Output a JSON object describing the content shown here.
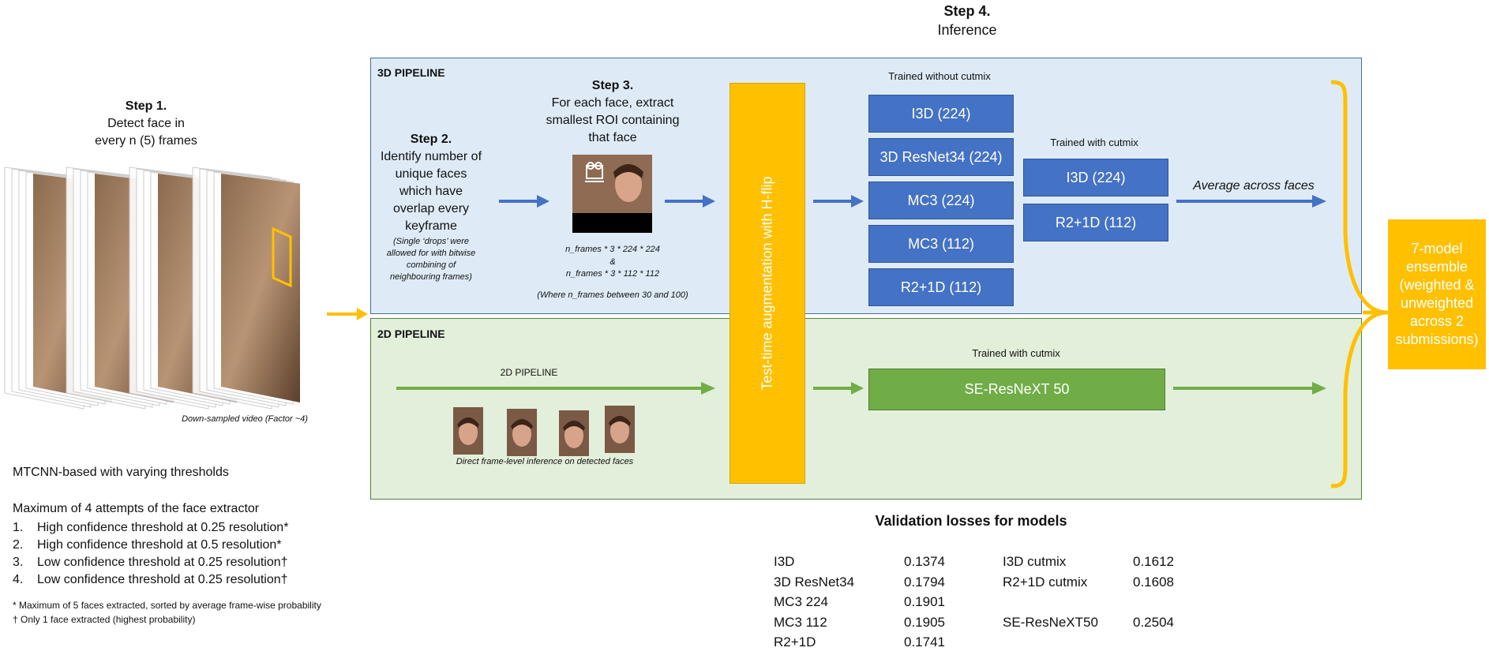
{
  "step1": {
    "heading": "Step 1.",
    "line1": "Detect face in",
    "line2": "every n (5) frames"
  },
  "video_caption": "Down-sampled video (Factor ~4)",
  "mtcnn": {
    "title": "MTCNN-based with varying thresholds",
    "subtitle": "Maximum of 4 attempts of the face extractor",
    "items": [
      {
        "num": "1.",
        "text": "High confidence threshold at 0.25 resolution*"
      },
      {
        "num": "2.",
        "text": "High confidence threshold at 0.5 resolution*"
      },
      {
        "num": "3.",
        "text": "Low confidence threshold at 0.25 resolution†"
      },
      {
        "num": "4.",
        "text": "Low confidence threshold at 0.25 resolution†"
      }
    ],
    "note1": "* Maximum of 5 faces extracted, sorted by average frame-wise probability",
    "note2": "† Only 1 face extracted (highest probability)"
  },
  "step4": {
    "heading": "Step 4.",
    "label": "Inference"
  },
  "pipeline3d": {
    "title": "3D PIPELINE",
    "step2": {
      "heading": "Step 2.",
      "l1": "Identify number of",
      "l2": "unique faces",
      "l3": "which have",
      "l4": "overlap every",
      "l5": "keyframe",
      "n1": "(Single ‘drops’ were",
      "n2": "allowed for with bitwise",
      "n3": "combining of",
      "n4": "neighbouring frames)"
    },
    "step3": {
      "heading": "Step 3.",
      "l1": "For each face, extract",
      "l2": "smallest ROI containing",
      "l3": "that face"
    },
    "dims": {
      "d1": "n_frames * 3 * 224 * 224",
      "amp": "&",
      "d2": "n_frames * 3 * 112 * 112",
      "note": "(Where n_frames between 30 and 100)"
    },
    "without_label": "Trained without cutmix",
    "models_without": [
      "I3D (224)",
      "3D ResNet34 (224)",
      "MC3 (224)",
      "MC3 (112)",
      "R2+1D (112)"
    ],
    "with_label": "Trained with cutmix",
    "models_with": [
      "I3D (224)",
      "R2+1D (112)"
    ],
    "average_label": "Average across faces"
  },
  "tta_label": "Test-time augmentation with H-flip",
  "pipeline2d": {
    "title": "2D PIPELINE",
    "arrow_label": "2D PIPELINE",
    "faces_caption": "Direct frame-level inference on detected faces",
    "with_label": "Trained with cutmix",
    "model": "SE-ResNeXT 50"
  },
  "ensemble_label": "7-model ensemble (weighted & unweighted across 2 submissions)",
  "validation": {
    "title": "Validation losses for models",
    "left": [
      {
        "name": "I3D",
        "value": "0.1374"
      },
      {
        "name": "3D ResNet34",
        "value": "0.1794"
      },
      {
        "name": "MC3 224",
        "value": "0.1901"
      },
      {
        "name": "MC3 112",
        "value": "0.1905"
      },
      {
        "name": "R2+1D",
        "value": "0.1741"
      }
    ],
    "right": [
      {
        "name": "I3D cutmix",
        "value": "0.1612"
      },
      {
        "name": "R2+1D cutmix",
        "value": "0.1608"
      },
      {
        "name": "",
        "value": ""
      },
      {
        "name": "SE-ResNeXT50",
        "value": "0.2504"
      }
    ]
  },
  "colors": {
    "blue": "#4472c4",
    "green": "#70ad47",
    "gold": "#ffc000",
    "panel_blue": "#deebf7",
    "panel_green": "#e2efda"
  }
}
